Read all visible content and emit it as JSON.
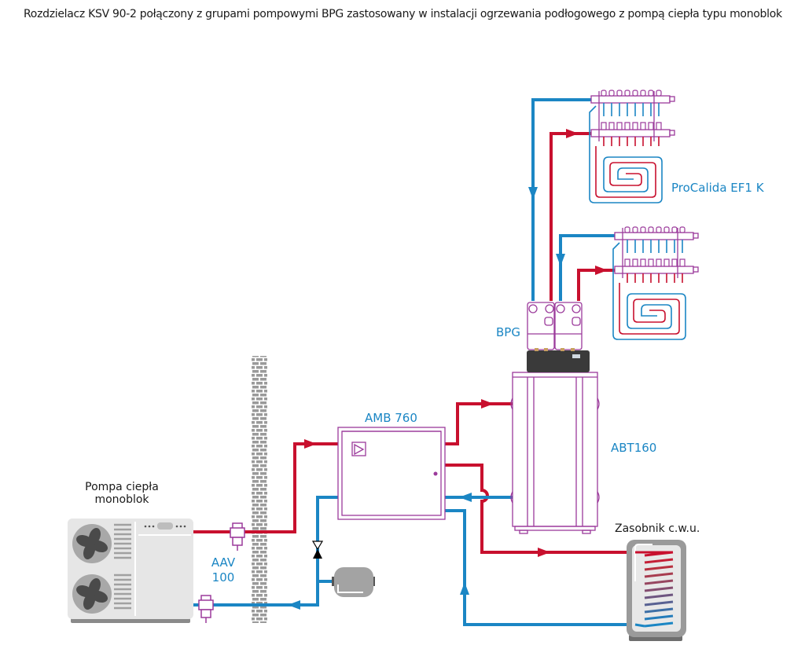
{
  "title": "Rozdzielacz KSV 90-2 połączony z grupami pompowymi BPG zastosowany w instalacji ogrzewania podłogowego z pompą ciepła typu monoblok",
  "colors": {
    "supply": "#c8102e",
    "return": "#1b86c4",
    "component_outline": "#9b3a9b",
    "label_blue": "#1b86c4",
    "wall": "#9a9a9a",
    "heat_pump_body": "#e8e8e8"
  },
  "labels": {
    "procalida": "ProCalida EF1 K",
    "bpg": "BPG",
    "amb": "AMB 760",
    "abt": "ABT160",
    "heat_pump_line1": "Pompa ciepła",
    "heat_pump_line2": "monoblok",
    "aav_line1": "AAV",
    "aav_line2": "100",
    "dhw_tank": "Zasobnik c.w.u."
  },
  "components": [
    {
      "id": "heat-pump",
      "name": "Pompa ciepła monoblok"
    },
    {
      "id": "aav-valve",
      "name": "AAV 100"
    },
    {
      "id": "wall",
      "name": "wall"
    },
    {
      "id": "amb-mixer",
      "name": "AMB 760"
    },
    {
      "id": "abt-buffer",
      "name": "ABT160"
    },
    {
      "id": "bpg-pump-groups",
      "name": "BPG"
    },
    {
      "id": "manifold-1",
      "name": "ProCalida EF1 K"
    },
    {
      "id": "manifold-2",
      "name": "ProCalida EF1 K"
    },
    {
      "id": "dhw-tank",
      "name": "Zasobnik c.w.u."
    },
    {
      "id": "expansion-vessel",
      "name": "expansion vessel"
    },
    {
      "id": "shutoff-valve",
      "name": "valve"
    }
  ]
}
